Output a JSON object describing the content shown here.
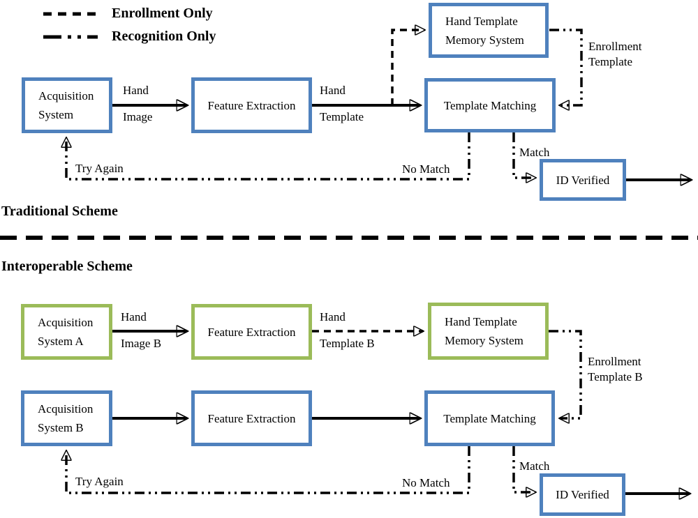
{
  "colors": {
    "blue": "#4F81BD",
    "green": "#9BBB59",
    "ink": "#000000",
    "background": "#FFFFFF"
  },
  "legend": {
    "enrollment": "Enrollment Only",
    "recognition": "Recognition Only"
  },
  "traditional": {
    "title": "Traditional Scheme",
    "boxes": {
      "acquisition": "Acquisition\nSystem",
      "feature_extraction": "Feature Extraction",
      "memory": "Hand Template\nMemory System",
      "matching": "Template Matching",
      "id_verified": "ID Verified"
    },
    "labels": {
      "hand_image_top": "Hand",
      "hand_image_bottom": "Image",
      "hand_template_top": "Hand",
      "hand_template_bottom": "Template",
      "enrollment_template": "Enrollment\nTemplate",
      "match": "Match",
      "no_match": "No Match",
      "try_again": "Try Again"
    }
  },
  "interoperable": {
    "title": "Interoperable Scheme",
    "boxes": {
      "acquisition_a": "Acquisition\nSystem A",
      "feature_extraction_a": "Feature Extraction",
      "memory": "Hand Template\nMemory System",
      "acquisition_b": "Acquisition\nSystem B",
      "feature_extraction_b": "Feature Extraction",
      "matching": "Template Matching",
      "id_verified": "ID Verified"
    },
    "labels": {
      "hand_image_top": "Hand",
      "hand_image_bottom": "Image B",
      "hand_template_top": "Hand",
      "hand_template_bottom": "Template B",
      "enrollment_template": "Enrollment\nTemplate B",
      "match": "Match",
      "no_match": "No Match",
      "try_again": "Try Again"
    }
  }
}
